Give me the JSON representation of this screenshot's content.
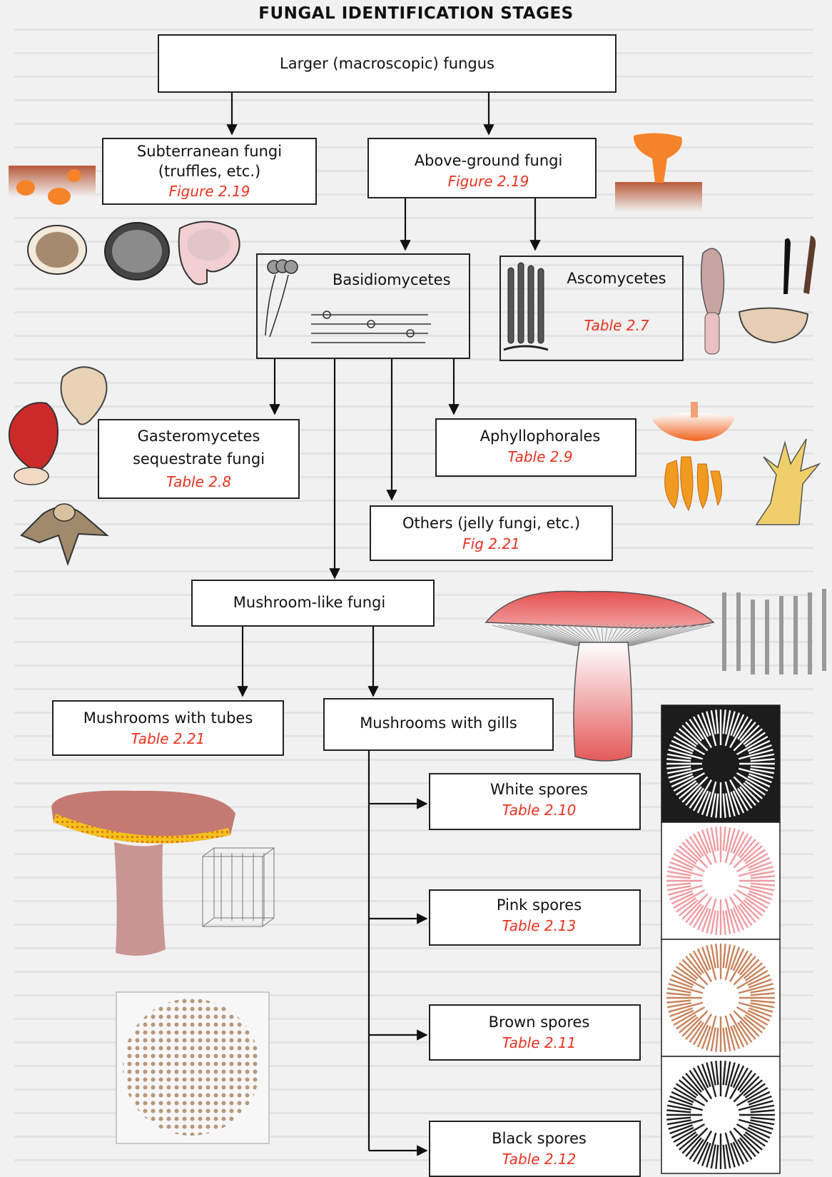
{
  "title": "FUNGAL IDENTIFICATION STAGES",
  "boxes": {
    "root": {
      "label": "Larger (macroscopic) fungus"
    },
    "subterranean": {
      "label1": "Subterranean fungi",
      "label2": "(truffles, etc.)",
      "ref": "Figure 2.19"
    },
    "aboveground": {
      "label": "Above-ground fungi",
      "ref": "Figure 2.19"
    },
    "basidiomycetes": {
      "label": "Basidiomycetes"
    },
    "ascomycetes": {
      "label": "Ascomycetes",
      "ref": "Table 2.7"
    },
    "gasteromycetes": {
      "label1": "Gasteromycetes",
      "label2": "sequestrate fungi",
      "ref": "Table 2.8"
    },
    "aphyllophorales": {
      "label": "Aphyllophorales",
      "ref": "Table 2.9"
    },
    "others": {
      "label": "Others (jelly fungi, etc.)",
      "ref": "Fig 2.21"
    },
    "mushroomlike": {
      "label": "Mushroom-like fungi"
    },
    "tubes": {
      "label": "Mushrooms with tubes",
      "ref": "Table 2.21"
    },
    "gills": {
      "label": "Mushrooms with gills"
    },
    "white": {
      "label": "White spores",
      "ref": "Table 2.10"
    },
    "pink": {
      "label": "Pink spores",
      "ref": "Table 2.13"
    },
    "brown": {
      "label": "Brown spores",
      "ref": "Table 2.11"
    },
    "black": {
      "label": "Black spores",
      "ref": "Table 2.12"
    }
  },
  "colors": {
    "reference_text": "#e8331f",
    "orange_fungus": "#f5832a",
    "soil": "#b85a3a",
    "white_print_bg": "#1c1c1c",
    "pink_print": "#f09aa0",
    "brown_print": "#c8825a",
    "black_print": "#1e1e1e",
    "mushroom_cap_red": "#e45050",
    "bolete_cap": "#c47a72",
    "pore_yellow": "#f2c21a"
  },
  "illustrations": {
    "subterranean": "orange-truffle-in-soil-icon",
    "aboveground": "orange-fungus-above-soil-icon",
    "truffles": "truffle-cross-sections-icon",
    "basidium": "basidium-and-hyphae-icon",
    "ascus": "asci-icon",
    "ascomycete_fungi": "morel-and-cup-fungus-icon",
    "gasteromycete_fungi": "puffball-and-stinkhorn-icon",
    "aphyllophorales_fungi": "bracket-and-coral-fungus-icon",
    "gilled_mushroom": "red-capped-gilled-mushroom-icon",
    "gills": "gill-section-icon",
    "bolete": "bolete-with-tubes-icon",
    "tubes": "tube-block-icon",
    "pore_surface": "pore-surface-icon",
    "spore_prints": [
      "white-spore-print-icon",
      "pink-spore-print-icon",
      "brown-spore-print-icon",
      "black-spore-print-icon"
    ]
  }
}
